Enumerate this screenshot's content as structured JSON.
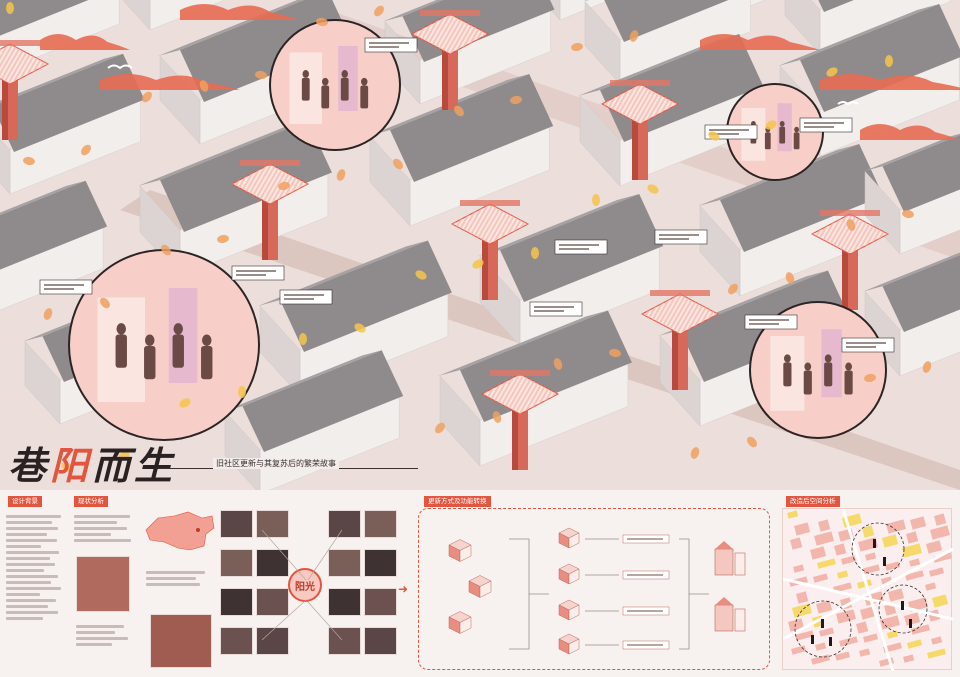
{
  "title": {
    "part1": "巷",
    "accent": "阳",
    "part2": "而生",
    "subtitle": "旧社区更新与其复苏后的繁荣故事"
  },
  "badge": {
    "label": "阳光"
  },
  "panels": {
    "p1": "设计背景",
    "p2": "现状分析",
    "p3": "更新方式及功能转换",
    "p4": "改造后空间分析"
  },
  "colors": {
    "accent": "#e2553f",
    "roof": "#8f8a8c",
    "wall": "#f2eeec",
    "ground": "#e9dcd8",
    "tower": "#d6695a"
  },
  "icons": [
    "arrow-right-icon",
    "bird-icon",
    "cloud-icon",
    "leaf-icon"
  ]
}
